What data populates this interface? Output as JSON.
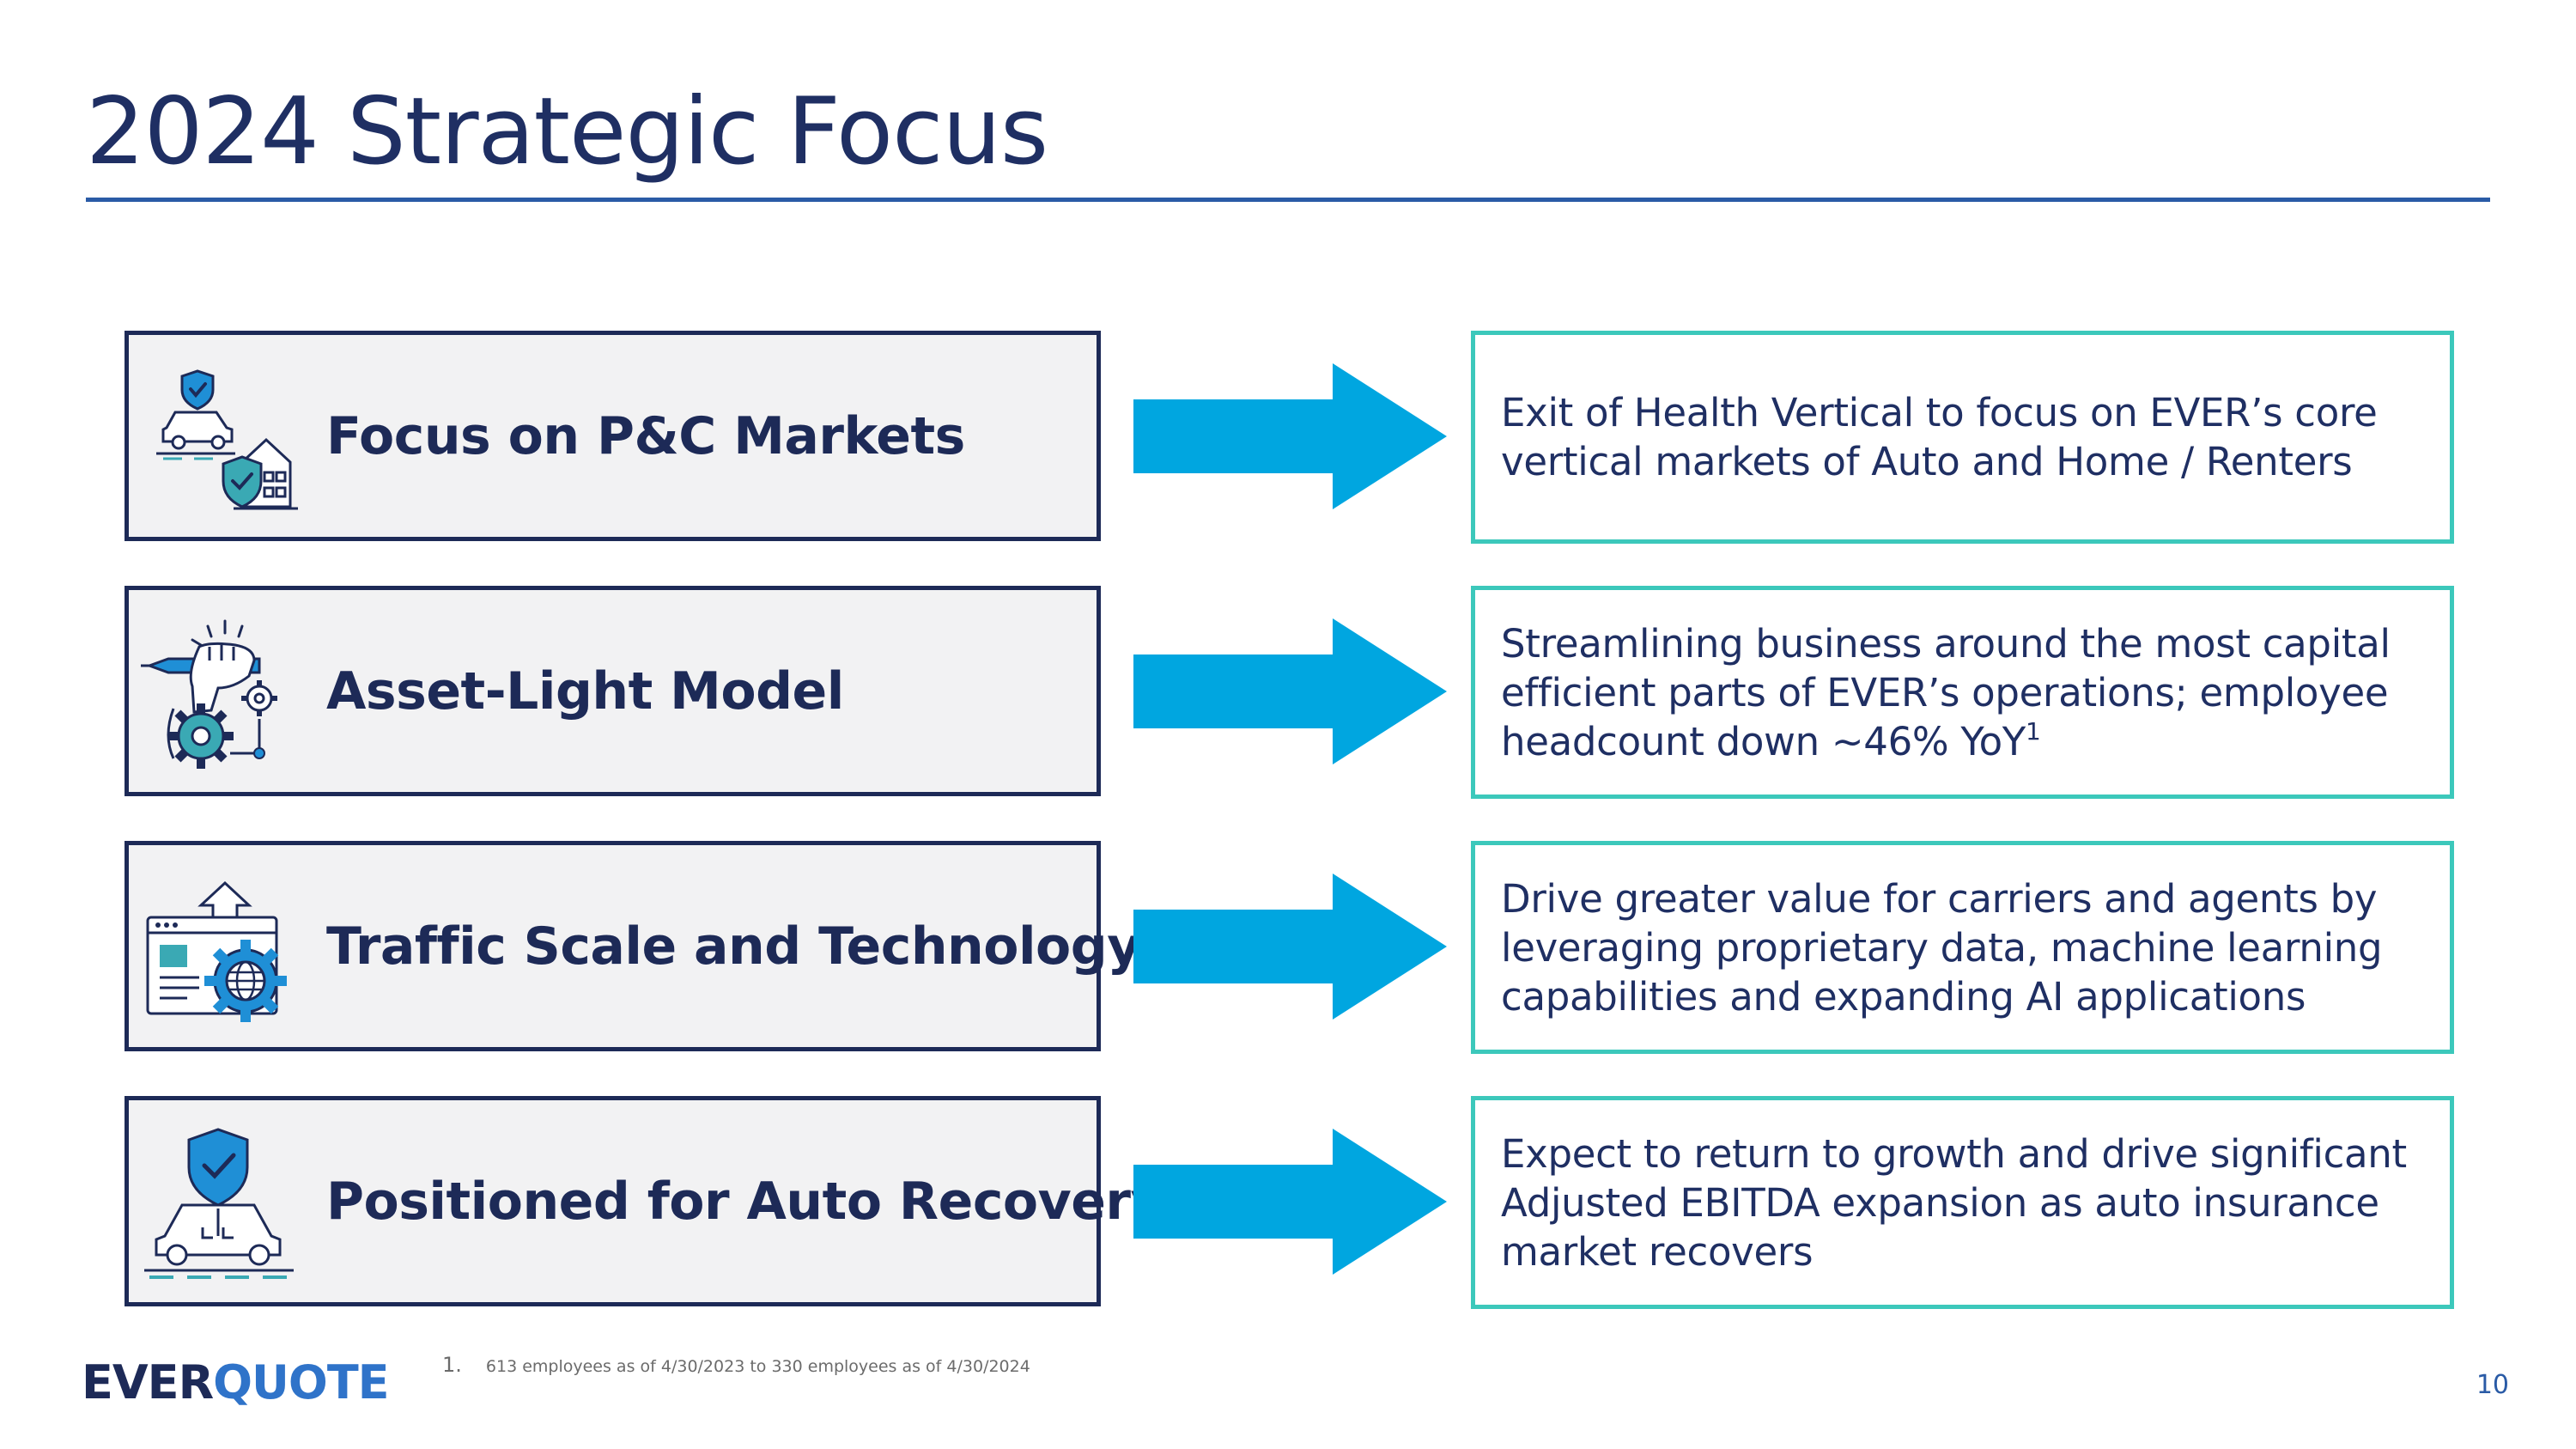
{
  "slide": {
    "title": "2024 Strategic Focus",
    "page_number": "10"
  },
  "brand": {
    "logo_part1": "EVER",
    "logo_part2": "QUOTE"
  },
  "footnote": {
    "number": "1.",
    "text": "613 employees as of 4/30/2023 to 330 employees as of 4/30/2024"
  },
  "rows": [
    {
      "icon": "car-home-shield-icon",
      "label": "Focus on P&C Markets",
      "description": "Exit of Health Vertical to focus on EVER’s core vertical markets of Auto and Home / Renters",
      "footnote_ref": ""
    },
    {
      "icon": "hand-pen-gears-icon",
      "label": "Asset-Light Model",
      "description": "Streamlining business around the most capital efficient parts of EVER’s operations; employee headcount down ~46% YoY",
      "footnote_ref": "1"
    },
    {
      "icon": "browser-globe-gear-icon",
      "label": "Traffic Scale and Technology",
      "description": "Drive greater value for carriers and agents by leveraging proprietary data, machine learning capabilities and expanding AI applications",
      "footnote_ref": ""
    },
    {
      "icon": "car-shield-road-icon",
      "label": "Positioned for Auto Recovery",
      "description": "Expect to return to growth and drive significant Adjusted EBITDA expansion as auto insurance market recovers",
      "footnote_ref": ""
    }
  ],
  "colors": {
    "title": "#1f2f63",
    "rule": "#2a5ba6",
    "pillar_border": "#1d2a57",
    "pillar_fill": "#f2f2f3",
    "arrow": "#00a6e0",
    "desc_border": "#3cc8bb",
    "icon_teal": "#3aa9b4",
    "icon_blue": "#1f8fd6"
  }
}
